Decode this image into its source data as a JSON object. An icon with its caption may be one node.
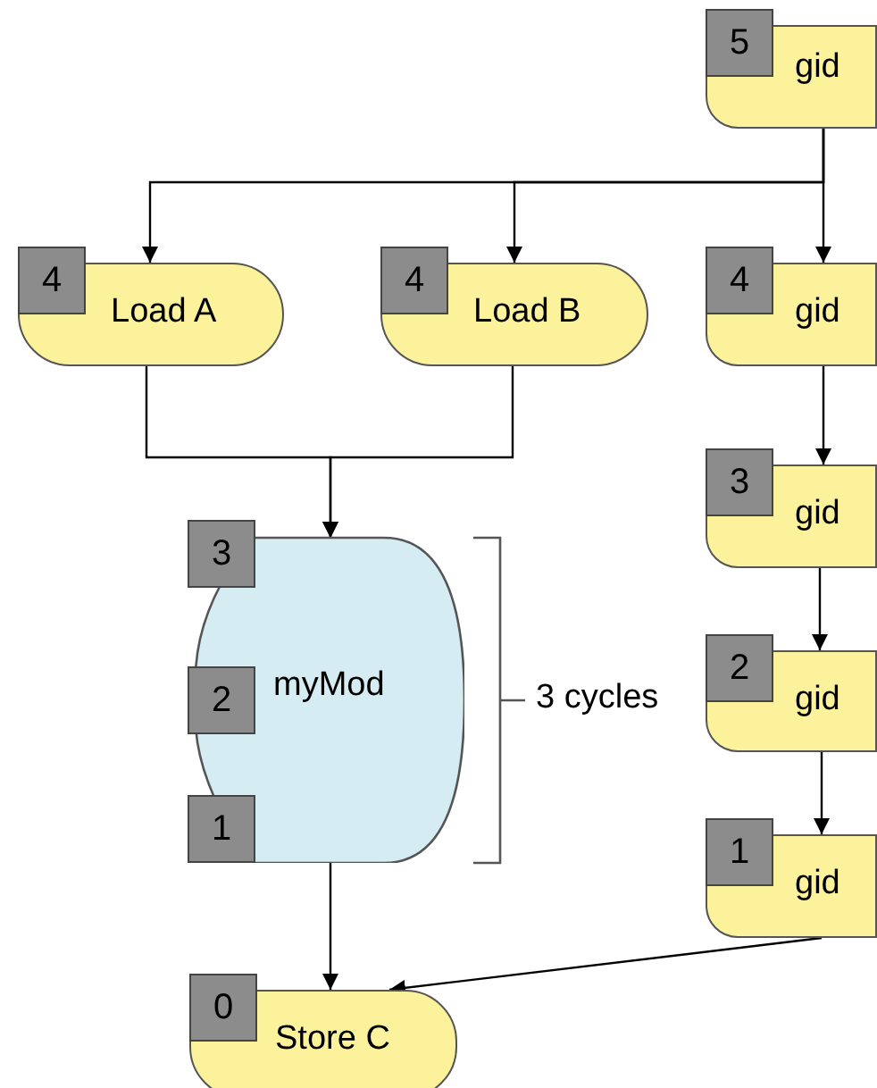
{
  "diagram": {
    "nodes": [
      {
        "text": [
          "5",
          "gid"
        ]
      },
      {
        "text": [
          "4",
          "Load A"
        ]
      },
      {
        "text": [
          "4",
          "Load B"
        ]
      },
      {
        "text": [
          "4",
          "gid"
        ]
      },
      {
        "text": [
          "3",
          "2",
          "myMod",
          "1"
        ]
      },
      {
        "text": [
          "3",
          "gid"
        ]
      },
      {
        "text": [
          "2",
          "gid"
        ]
      },
      {
        "text": [
          "1",
          "gid"
        ]
      },
      {
        "text": [
          "0",
          "Store C"
        ]
      }
    ],
    "edges": [
      {
        "from": 0,
        "to": 1,
        "arrow": "to"
      },
      {
        "from": 0,
        "to": 2,
        "arrow": "to"
      },
      {
        "from": 0,
        "to": 3,
        "arrow": "to"
      },
      {
        "from": 1,
        "to": 4,
        "arrow": "to"
      },
      {
        "from": 2,
        "to": 4,
        "arrow": "to"
      },
      {
        "from": 3,
        "to": 5,
        "arrow": "to"
      },
      {
        "from": 5,
        "to": 6,
        "arrow": "to"
      },
      {
        "from": 6,
        "to": 7,
        "arrow": "to"
      },
      {
        "from": 4,
        "to": 8,
        "arrow": "to"
      },
      {
        "from": 7,
        "to": 8,
        "arrow": "to"
      }
    ],
    "labels": [
      "3 cycles"
    ]
  }
}
